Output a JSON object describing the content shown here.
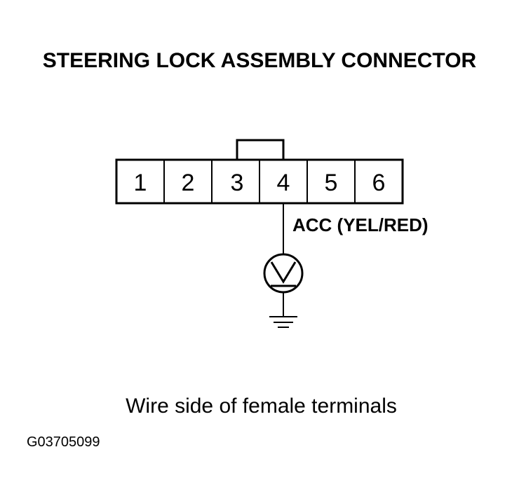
{
  "title": "STEERING LOCK ASSEMBLY CONNECTOR",
  "connector": {
    "pins": [
      "1",
      "2",
      "3",
      "4",
      "5",
      "6"
    ],
    "wire_label": "ACC (YEL/RED)"
  },
  "caption": "Wire side of female terminals",
  "figure_id": "G03705099"
}
